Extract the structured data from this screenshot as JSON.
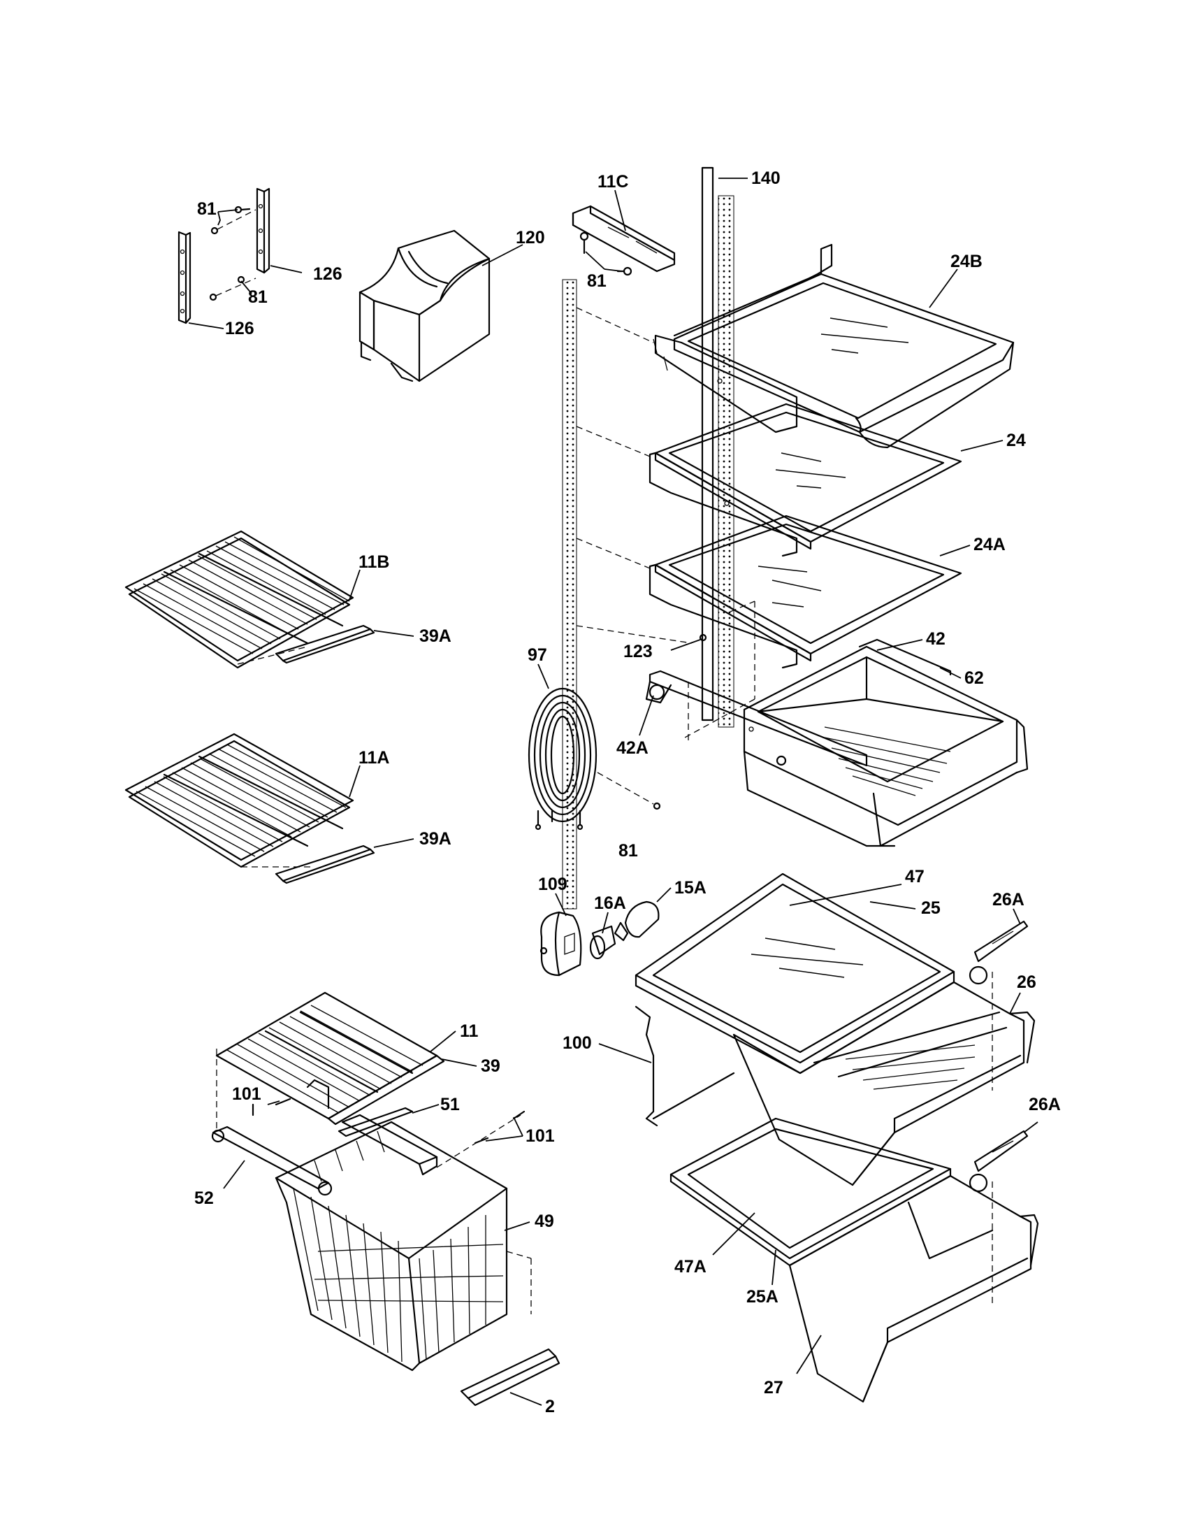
{
  "diagram": {
    "callouts": [
      {
        "key": "c140",
        "text": "140"
      },
      {
        "key": "c11C",
        "text": "11C"
      },
      {
        "key": "c81a",
        "text": "81"
      },
      {
        "key": "c81b",
        "text": "81"
      },
      {
        "key": "c81c",
        "text": "81"
      },
      {
        "key": "c81d",
        "text": "81"
      },
      {
        "key": "c126a",
        "text": "126"
      },
      {
        "key": "c126b",
        "text": "126"
      },
      {
        "key": "c120",
        "text": "120"
      },
      {
        "key": "c24B",
        "text": "24B"
      },
      {
        "key": "c24",
        "text": "24"
      },
      {
        "key": "c24A",
        "text": "24A"
      },
      {
        "key": "c11B",
        "text": "11B"
      },
      {
        "key": "c39Aa",
        "text": "39A"
      },
      {
        "key": "c97",
        "text": "97"
      },
      {
        "key": "c123",
        "text": "123"
      },
      {
        "key": "c42",
        "text": "42"
      },
      {
        "key": "c62",
        "text": "62"
      },
      {
        "key": "c42A",
        "text": "42A"
      },
      {
        "key": "c11A",
        "text": "11A"
      },
      {
        "key": "c39Ab",
        "text": "39A"
      },
      {
        "key": "c109",
        "text": "109"
      },
      {
        "key": "c16A",
        "text": "16A"
      },
      {
        "key": "c15A",
        "text": "15A"
      },
      {
        "key": "c47",
        "text": "47"
      },
      {
        "key": "c25",
        "text": "25"
      },
      {
        "key": "c26Aa",
        "text": "26A"
      },
      {
        "key": "c26",
        "text": "26"
      },
      {
        "key": "c100",
        "text": "100"
      },
      {
        "key": "c11",
        "text": "11"
      },
      {
        "key": "c39",
        "text": "39"
      },
      {
        "key": "c101a",
        "text": "101"
      },
      {
        "key": "c51",
        "text": "51"
      },
      {
        "key": "c101b",
        "text": "101"
      },
      {
        "key": "c26Ab",
        "text": "26A"
      },
      {
        "key": "c52",
        "text": "52"
      },
      {
        "key": "c49",
        "text": "49"
      },
      {
        "key": "c47A",
        "text": "47A"
      },
      {
        "key": "c25A",
        "text": "25A"
      },
      {
        "key": "c2",
        "text": "2"
      },
      {
        "key": "c27",
        "text": "27"
      }
    ]
  }
}
